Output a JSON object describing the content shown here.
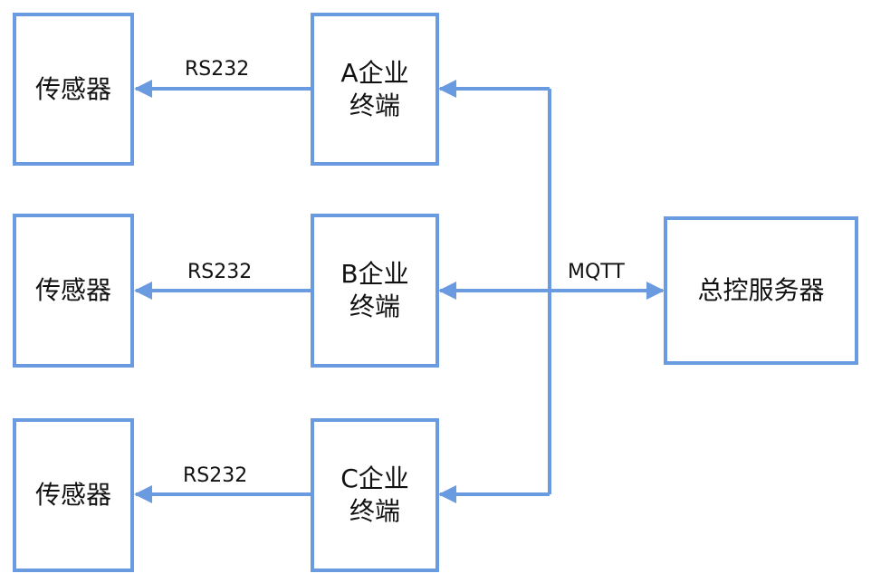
{
  "sensors": [
    {
      "label": "传感器"
    },
    {
      "label": "传感器"
    },
    {
      "label": "传感器"
    }
  ],
  "terminals": [
    {
      "line1": "A企业",
      "line2": "终端"
    },
    {
      "line1": "B企业",
      "line2": "终端"
    },
    {
      "line1": "C企业",
      "line2": "终端"
    }
  ],
  "server": {
    "label": "总控服务器"
  },
  "links": {
    "rs232_a": "RS232",
    "rs232_b": "RS232",
    "rs232_c": "RS232",
    "mqtt": "MQTT"
  },
  "colors": {
    "stroke": "#6a9be0"
  }
}
